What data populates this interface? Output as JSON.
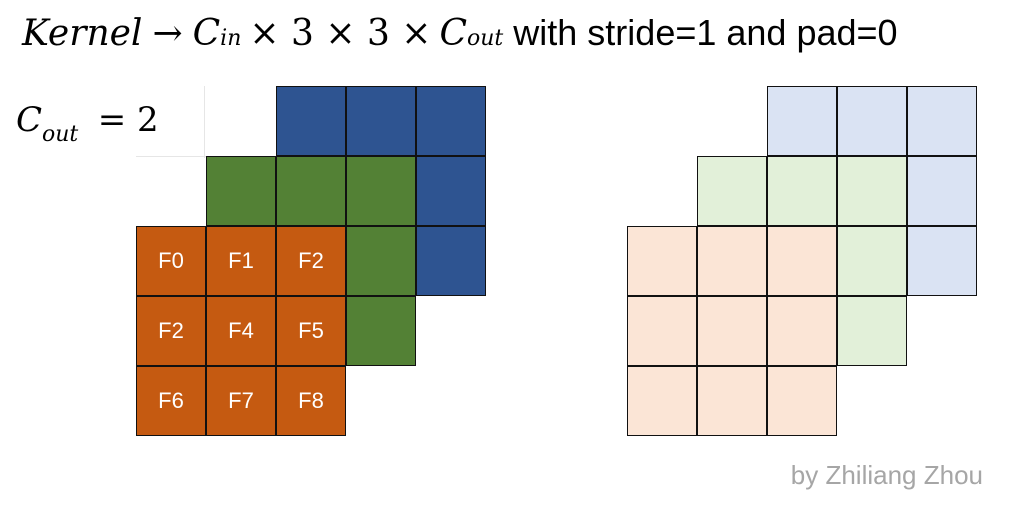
{
  "title": {
    "kernel": "Kernel",
    "arrow": "→",
    "c_in_base": "C",
    "c_in_sub": "in",
    "times3a": "× 3 × 3 ×",
    "c_out_base": "C",
    "c_out_sub": "out",
    "suffix": "with stride=1 and pad=0"
  },
  "cout_label": {
    "base": "C",
    "sub": "out",
    "eq": "= 2"
  },
  "front_filter_labels": [
    "F0",
    "F1",
    "F2",
    "F2",
    "F4",
    "F5",
    "F6",
    "F7",
    "F8"
  ],
  "colors": {
    "blue": "#2E5491",
    "green": "#538135",
    "orange": "#C55A11",
    "light_blue": "#DAE3F3",
    "light_green": "#E2F0D9",
    "light_orange": "#FBE5D6"
  },
  "credit": "by Zhiliang Zhou"
}
